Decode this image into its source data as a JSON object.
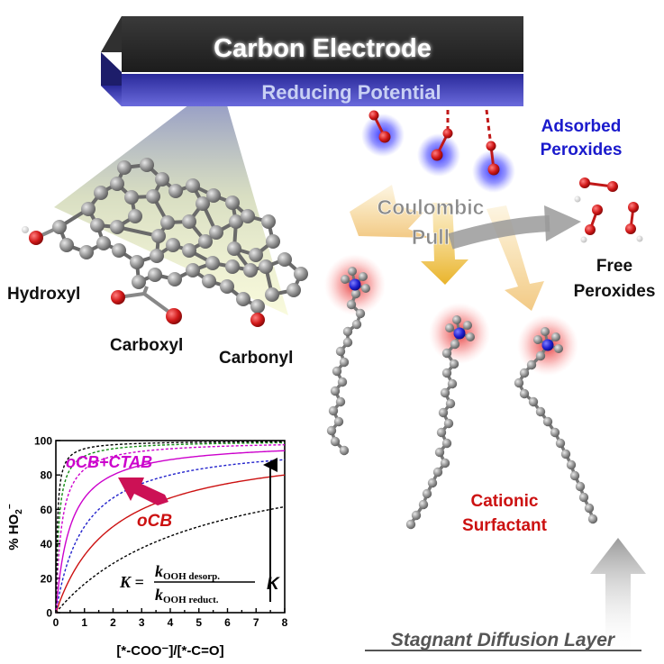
{
  "electrode": {
    "title": "Carbon Electrode",
    "potential": "Reducing Potential"
  },
  "labels": {
    "adsorbed_line1": "Adsorbed",
    "adsorbed_line2": "Peroxides",
    "coulombic_line1": "Coulombic",
    "coulombic_line2": "Pull",
    "free_line1": "Free",
    "free_line2": "Peroxides",
    "hydroxyl": "Hydroxyl",
    "carboxyl": "Carboxyl",
    "carbonyl": "Carbonyl",
    "cationic_line1": "Cationic",
    "cationic_line2": "Surfactant",
    "stagnant": "Stagnant Diffusion Layer"
  },
  "chart": {
    "ylabel": "% HO",
    "ylabel_sub": "2",
    "ylabel_sup": "−",
    "xlabel": "[*-COO⁻]/[*-C=O]",
    "annot_ctab": "oCB+CTAB",
    "annot_ocb": "oCB",
    "k_symbol": "K",
    "formula_lhs": "K =",
    "formula_num": "k",
    "formula_num_sub": "OOH desorp.",
    "formula_den": "k",
    "formula_den_sub": "OOH reduct."
  },
  "colors": {
    "ctab": "#cc00cc",
    "ocb": "#cc1111",
    "blue_dash": "#2222cc",
    "green_dash": "#118811",
    "arrow_pink": "#cc1155",
    "adsorbed_text": "#1a1acc",
    "cationic_text": "#cc1111"
  },
  "chart_data": {
    "type": "line",
    "xlabel": "[*-COO⁻]/[*-C=O]",
    "ylabel": "% HO2⁻",
    "xlim": [
      0,
      8
    ],
    "ylim": [
      0,
      100
    ],
    "xticks": [
      0,
      0.5,
      1,
      1.5,
      2,
      2.5,
      3,
      3.5,
      4,
      4.5,
      5,
      5.5,
      6,
      6.5,
      7,
      7.5,
      8
    ],
    "xtick_labels": [
      "0",
      "",
      "1",
      "",
      "2",
      "",
      "3",
      "",
      "4",
      "",
      "5",
      "",
      "6",
      "",
      "7",
      "",
      "8"
    ],
    "yticks": [
      0,
      20,
      40,
      60,
      80,
      100
    ],
    "model": "y = 100*K*x/(1+K*x)",
    "series": [
      {
        "K": 0.2,
        "style": "dashed",
        "color": "#000000",
        "x": [
          0,
          1,
          2,
          3,
          4,
          5,
          6,
          7,
          8
        ],
        "y": [
          0,
          16.7,
          28.6,
          37.5,
          44.4,
          50.0,
          54.5,
          58.3,
          61.5
        ]
      },
      {
        "K": 0.5,
        "style": "solid",
        "color": "#cc1111",
        "label": "oCB",
        "x": [
          0,
          1,
          2,
          3,
          4,
          5,
          6,
          7,
          8
        ],
        "y": [
          0,
          33.3,
          50.0,
          60.0,
          66.7,
          71.4,
          75.0,
          77.8,
          80.0
        ]
      },
      {
        "K": 1,
        "style": "dashed",
        "color": "#2222cc",
        "x": [
          0,
          1,
          2,
          3,
          4,
          5,
          6,
          7,
          8
        ],
        "y": [
          0,
          50.0,
          66.7,
          75.0,
          80.0,
          83.3,
          85.7,
          87.5,
          88.9
        ]
      },
      {
        "K": 2,
        "style": "solid",
        "color": "#cc00cc",
        "label": "oCB+CTAB",
        "x": [
          0,
          1,
          2,
          3,
          4,
          5,
          6,
          7,
          8
        ],
        "y": [
          0,
          66.7,
          80.0,
          85.7,
          88.9,
          90.9,
          92.3,
          93.3,
          94.1
        ]
      },
      {
        "K": 5,
        "style": "dashed",
        "color": "#cc00cc",
        "x": [
          0,
          1,
          2,
          3,
          4,
          5,
          6,
          7,
          8
        ],
        "y": [
          0,
          83.3,
          90.9,
          93.8,
          95.2,
          96.2,
          96.8,
          97.2,
          97.6
        ]
      },
      {
        "K": 10,
        "style": "dashed",
        "color": "#118811",
        "x": [
          0,
          1,
          2,
          3,
          4,
          5,
          6,
          7,
          8
        ],
        "y": [
          0,
          90.9,
          95.2,
          96.8,
          97.6,
          98.0,
          98.4,
          98.6,
          98.8
        ]
      },
      {
        "K": 20,
        "style": "dashed",
        "color": "#000000",
        "x": [
          0,
          1,
          2,
          3,
          4,
          5,
          6,
          7,
          8
        ],
        "y": [
          0,
          95.2,
          97.6,
          98.4,
          98.8,
          99.0,
          99.2,
          99.3,
          99.4
        ]
      }
    ]
  }
}
